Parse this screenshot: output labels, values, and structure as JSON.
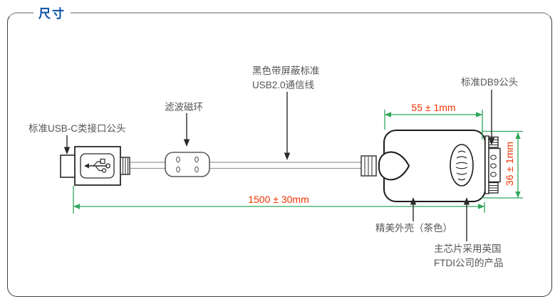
{
  "title": "尺寸",
  "callouts": {
    "usb_plug": "标准USB-C类接口公头",
    "ferrite_bead": "滤波磁环",
    "cable_line1": "黑色带屏蔽标准",
    "cable_line2": "USB2.0通信线",
    "db9_plug": "标准DB9公头",
    "shell": "精美外壳（茶色）",
    "chip_line1": "主芯片采用英国",
    "chip_line2": "FTDI公司的产品"
  },
  "dimensions": {
    "housing_length": "55 ± 1mm",
    "housing_height": "36 ± 1mm",
    "cable_length": "1500 ± 30mm"
  },
  "colors": {
    "title_blue": "#0a50a5",
    "dimension_red": "#ee3300",
    "dimension_green": "#2fa85c",
    "label_gray": "#555555"
  }
}
